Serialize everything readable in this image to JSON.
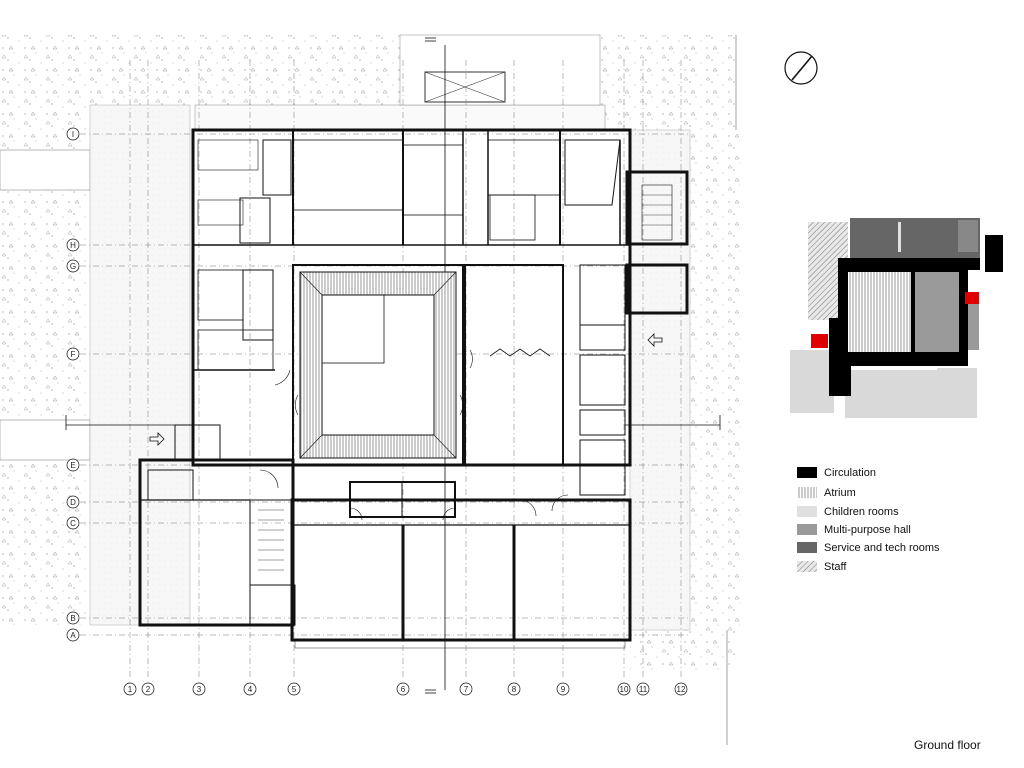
{
  "title": "Ground floor",
  "grid_columns": [
    "1",
    "2",
    "3",
    "4",
    "5",
    "6",
    "7",
    "8",
    "9",
    "10",
    "11",
    "12"
  ],
  "grid_rows": [
    "I",
    "H",
    "G",
    "F",
    "E",
    "D",
    "C",
    "B",
    "A"
  ],
  "legend": [
    {
      "label": "Circulation",
      "color": "#000000",
      "pattern": "solid"
    },
    {
      "label": "Atrium",
      "color": "#bdbdbd",
      "pattern": "vlines"
    },
    {
      "label": "Children rooms",
      "color": "#d9d9d9",
      "pattern": "solid"
    },
    {
      "label": "Multi-purpose hall",
      "color": "#9a9a9a",
      "pattern": "solid"
    },
    {
      "label": "Service and tech rooms",
      "color": "#666666",
      "pattern": "solid"
    },
    {
      "label": "Staff",
      "color": "#9a9a9a",
      "pattern": "hatch"
    }
  ],
  "colors": {
    "line": "#111111",
    "highlight": "#e00000"
  },
  "icons": {
    "north_arrow": "north-arrow-icon",
    "entrance_arrow": "arrow-right-icon"
  }
}
